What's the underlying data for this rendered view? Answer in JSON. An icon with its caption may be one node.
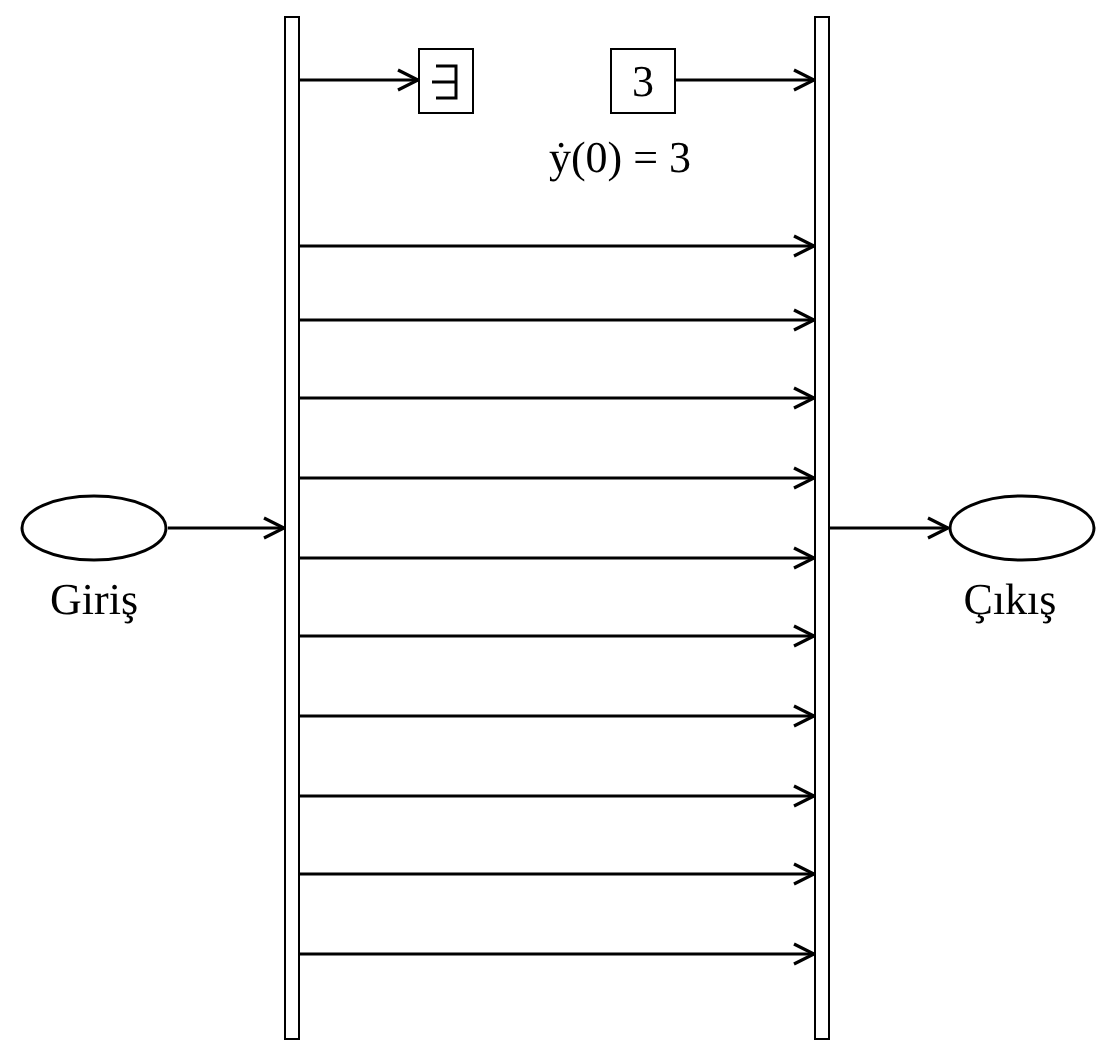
{
  "diagram": {
    "nodes": [
      {
        "text": [],
        "shape": "ellipse",
        "beside": [
          "Giriş"
        ]
      },
      {
        "text": [],
        "shape": "bar"
      },
      {
        "text": [],
        "shape": "box"
      },
      {
        "text": [
          "3"
        ],
        "beside": [
          "ẏ(0) = 3"
        ]
      },
      {
        "text": [],
        "shape": "bar"
      },
      {
        "text": [],
        "shape": "ellipse",
        "beside": [
          "Çıkış"
        ]
      }
    ],
    "edges": [
      {
        "from": 0,
        "to": 1,
        "arrow": "to"
      },
      {
        "from": 1,
        "to": 2,
        "arrow": "to"
      },
      {
        "from": 3,
        "to": 4,
        "arrow": "to"
      },
      {
        "from": 1,
        "to": 4,
        "arrow": "to"
      },
      {
        "from": 1,
        "to": 4,
        "arrow": "to"
      },
      {
        "from": 1,
        "to": 4,
        "arrow": "to"
      },
      {
        "from": 1,
        "to": 4,
        "arrow": "to"
      },
      {
        "from": 1,
        "to": 4,
        "arrow": "to"
      },
      {
        "from": 1,
        "to": 4,
        "arrow": "to"
      },
      {
        "from": 1,
        "to": 4,
        "arrow": "to"
      },
      {
        "from": 1,
        "to": 4,
        "arrow": "to"
      },
      {
        "from": 1,
        "to": 4,
        "arrow": "to"
      },
      {
        "from": 1,
        "to": 4,
        "arrow": "to"
      },
      {
        "from": 4,
        "to": 5,
        "arrow": "to"
      }
    ]
  }
}
